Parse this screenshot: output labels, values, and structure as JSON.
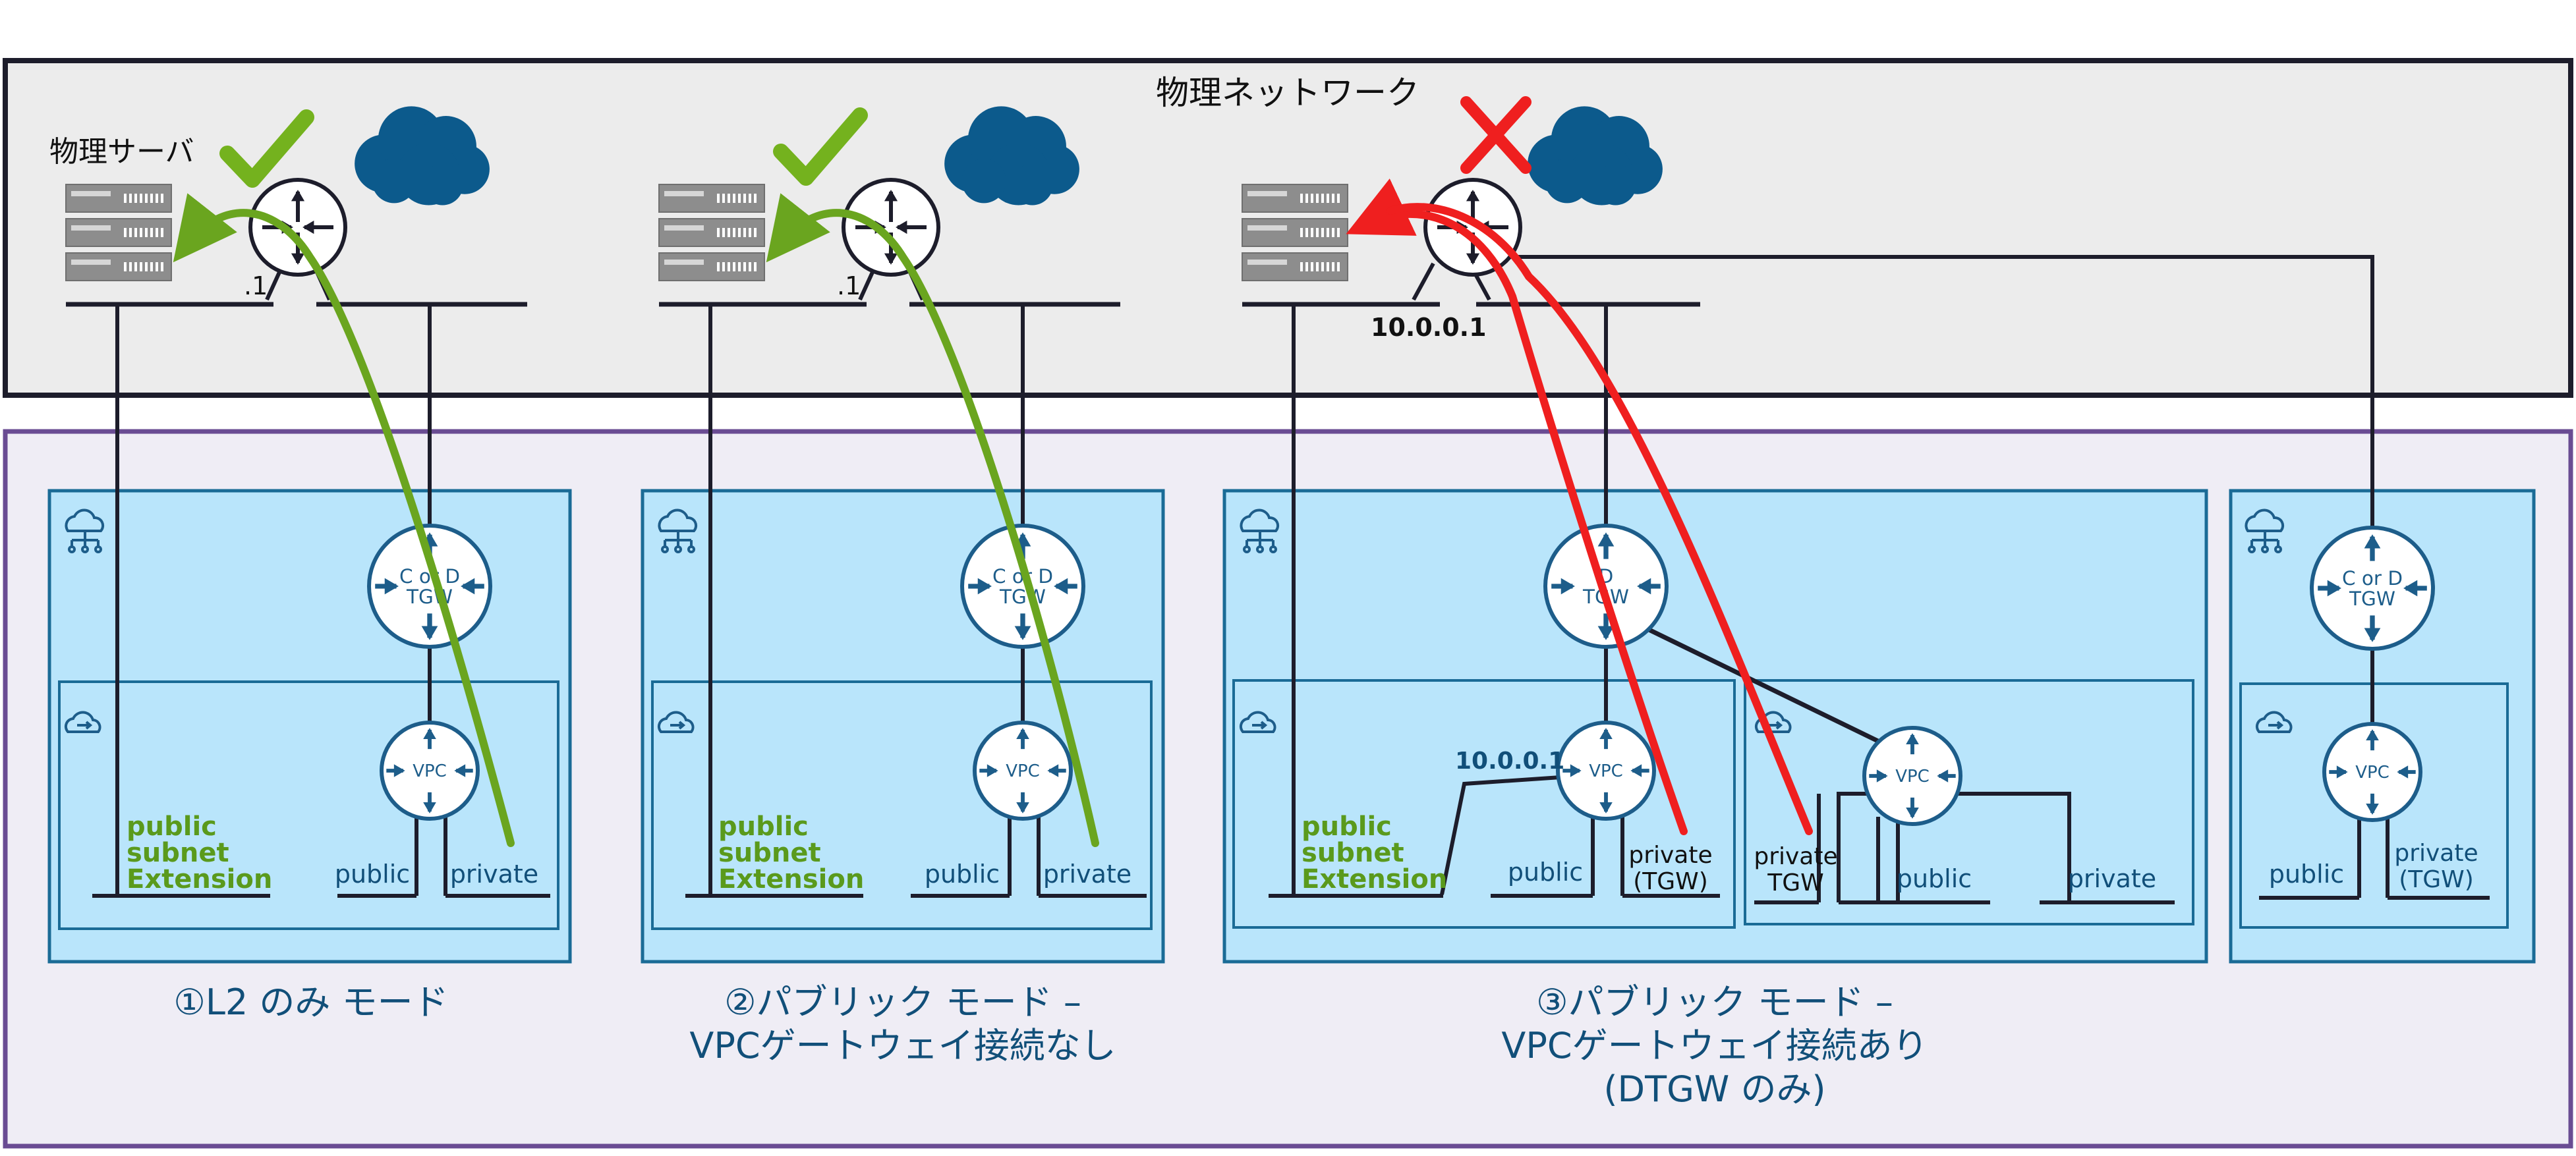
{
  "colors": {
    "physical_bg": "#ececec",
    "cloud_bg": "#efedf5",
    "cloud_border": "#6a4c93",
    "box_fill": "#b9e5fb",
    "box_border": "#1a6b96",
    "node_blue": "#1d5d8a",
    "cloud_icon": "#0c5a8c",
    "path_green": "#6aa51f",
    "path_red": "#ef1f1f",
    "check_green": "#74b21e"
  },
  "physical": {
    "title": "物理ネットワーク",
    "server_label": "物理サーバ",
    "gw_label_1": ".1",
    "gw_label_2": ".1",
    "gw_label_3": "10.0.0.1"
  },
  "icons": {
    "success": "check-icon",
    "failure": "cross-icon",
    "cloud": "cloud-icon",
    "tenant": "cloud-network-icon",
    "vpc": "vpc-cloud-icon",
    "router": "router-icon",
    "server": "server-rack-icon"
  },
  "panels": [
    {
      "tgw_label": "C or D\nTGW",
      "vpc_label": "VPC",
      "ext_lines": [
        "public",
        "subnet",
        "Extension"
      ],
      "public_label": "public",
      "private_label": "private",
      "caption": [
        "①L2 のみ モード"
      ]
    },
    {
      "tgw_label": "C or D\nTGW",
      "vpc_label": "VPC",
      "ext_lines": [
        "public",
        "subnet",
        "Extension"
      ],
      "public_label": "public",
      "private_label": "private",
      "caption": [
        "②パブリック モード –",
        "VPCゲートウェイ接続なし"
      ]
    },
    {
      "tgw_label": "D\nTGW",
      "vpc_label": "VPC",
      "vpc2_label": "VPC",
      "ext_lines": [
        "public",
        "subnet",
        "Extension"
      ],
      "addr_label": "10.0.0.1",
      "public_label": "public",
      "private_tgw_label": [
        "private",
        "(TGW)"
      ],
      "vpc2_private_tgw_label": [
        "private",
        "TGW"
      ],
      "vpc2_public_label": "public",
      "vpc2_private_label": "private",
      "caption": [
        "③パブリック モード –",
        "VPCゲートウェイ接続あり",
        "(DTGW のみ)"
      ]
    },
    {
      "tgw_label": "C or D\nTGW",
      "vpc_label": "VPC",
      "public_label": "public",
      "private_tgw_label": [
        "private",
        "(TGW)"
      ]
    }
  ]
}
